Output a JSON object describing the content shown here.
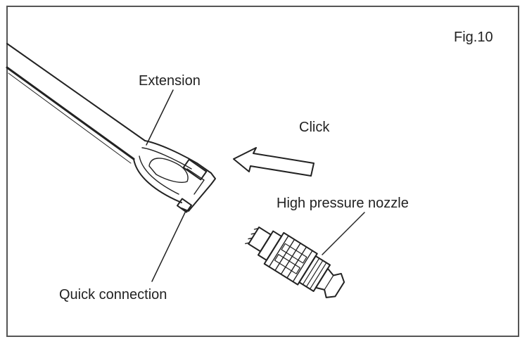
{
  "figure": {
    "fig_label": "Fig.10",
    "labels": {
      "extension": "Extension",
      "click": "Click",
      "high_pressure_nozzle": "High pressure nozzle",
      "quick_connection": "Quick connection"
    }
  }
}
